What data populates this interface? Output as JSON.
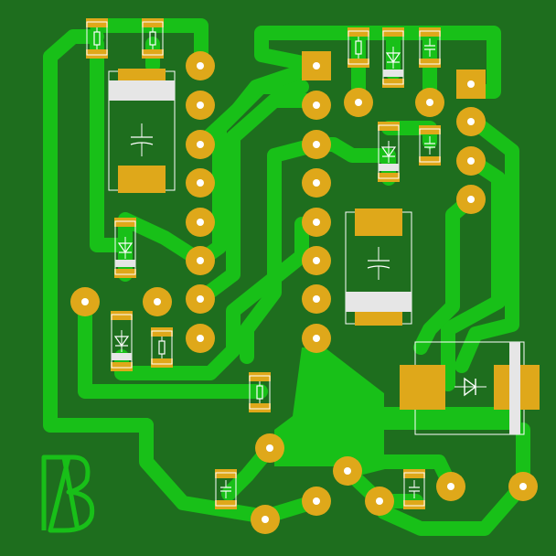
{
  "board": {
    "substrate_color": "#1e6e1e",
    "trace_color": "#18c018",
    "pad_color": "#dfa81a",
    "drill_color": "#ffffff",
    "outline_color": "#ffffff",
    "silk_color": "#e6e6e6",
    "logo_text": "AB"
  },
  "components": [
    {
      "kind": "resistor",
      "id": "r-top-left-1",
      "orientation": "vertical"
    },
    {
      "kind": "resistor",
      "id": "r-top-left-2",
      "orientation": "vertical"
    },
    {
      "kind": "resistor",
      "id": "r-top-mid",
      "orientation": "vertical"
    },
    {
      "kind": "diode",
      "id": "d-top-mid",
      "orientation": "vertical"
    },
    {
      "kind": "capacitor",
      "id": "c-top-right",
      "orientation": "vertical"
    },
    {
      "kind": "diode",
      "id": "d-mid",
      "orientation": "vertical"
    },
    {
      "kind": "capacitor",
      "id": "c-mid-right",
      "orientation": "vertical"
    },
    {
      "kind": "electrolytic-capacitor",
      "id": "ec-left"
    },
    {
      "kind": "electrolytic-capacitor",
      "id": "ec-right"
    },
    {
      "kind": "diode",
      "id": "d-left-1",
      "orientation": "vertical"
    },
    {
      "kind": "diode",
      "id": "d-left-2",
      "orientation": "vertical"
    },
    {
      "kind": "resistor",
      "id": "r-left-low",
      "orientation": "vertical"
    },
    {
      "kind": "resistor",
      "id": "r-center-low",
      "orientation": "vertical"
    },
    {
      "kind": "power-diode",
      "id": "d-power",
      "orientation": "horizontal"
    },
    {
      "kind": "capacitor",
      "id": "c-bottom-left",
      "orientation": "vertical"
    },
    {
      "kind": "capacitor",
      "id": "c-bottom-right",
      "orientation": "vertical"
    }
  ],
  "ic": {
    "pins_per_side": 8,
    "pin1_shape": "square"
  }
}
